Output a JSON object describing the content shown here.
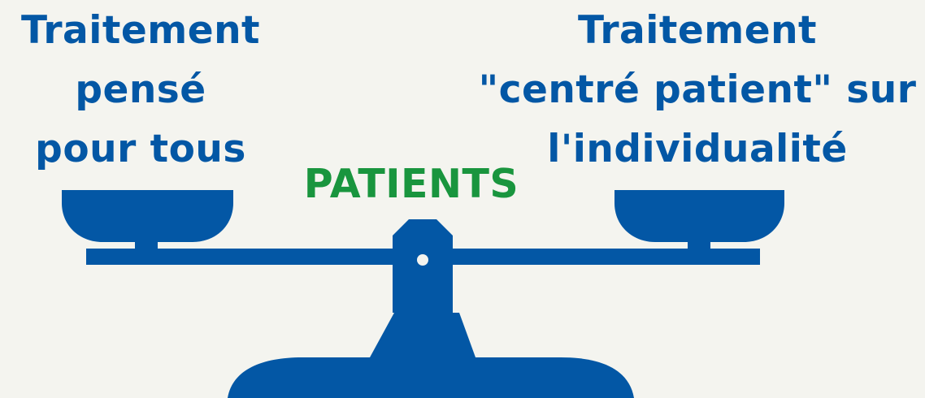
{
  "colors": {
    "background": "#f4f4ef",
    "scale": "#0357a5",
    "heading_text": "#0357a5",
    "center_text": "#19953e",
    "pivot_hole": "#f4f4ef"
  },
  "left_pan": {
    "lines": [
      "Traitement",
      "pensé",
      "pour tous"
    ]
  },
  "right_pan": {
    "lines": [
      "Traitement",
      "\"centré patient\" sur",
      "l'individualité"
    ]
  },
  "center": {
    "label": "PATIENTS"
  }
}
